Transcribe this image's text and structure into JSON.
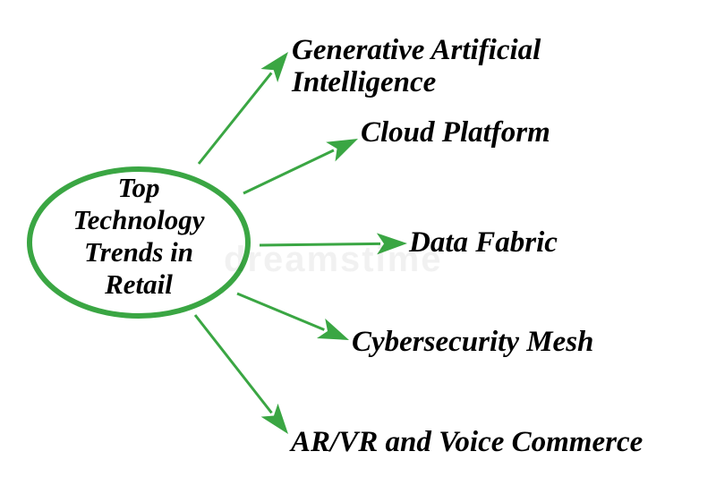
{
  "diagram": {
    "accent_color": "#3aa643",
    "center": {
      "lines": [
        "Top",
        "Technology",
        "Trends in",
        "Retail"
      ]
    },
    "branches": [
      {
        "lines": [
          "Generative Artificial",
          "Intelligence"
        ]
      },
      {
        "lines": [
          "Cloud Platform"
        ]
      },
      {
        "lines": [
          "Data Fabric"
        ]
      },
      {
        "lines": [
          "Cybersecurity Mesh"
        ]
      },
      {
        "lines": [
          "AR/VR and Voice Commerce"
        ]
      }
    ],
    "watermark": "dreamstime"
  }
}
